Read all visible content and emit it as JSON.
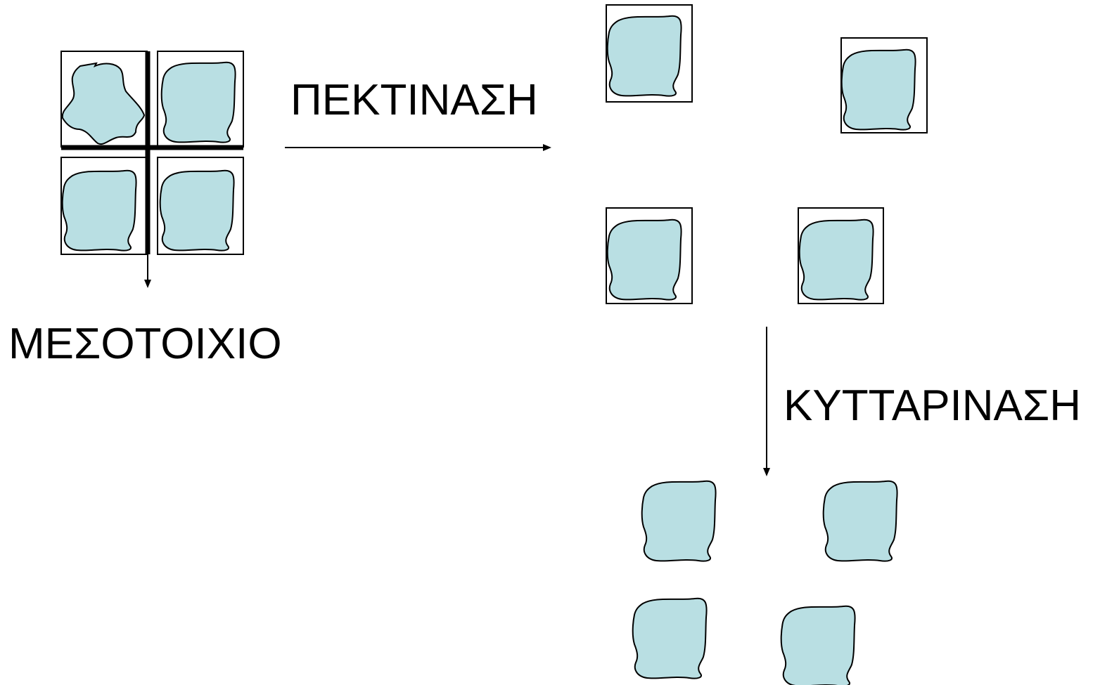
{
  "labels": {
    "pectinase": "ΠΕΚΤΙΝΑΣΗ",
    "cellulase": "ΚΥΤΤΑΡΙΝΑΣΗ",
    "middle_lamella": "ΜΕΣΟΤΟΙΧΙΟ"
  },
  "colors": {
    "cell_fill": "#b9dfe3",
    "outline": "#000000",
    "background": "#ffffff"
  }
}
